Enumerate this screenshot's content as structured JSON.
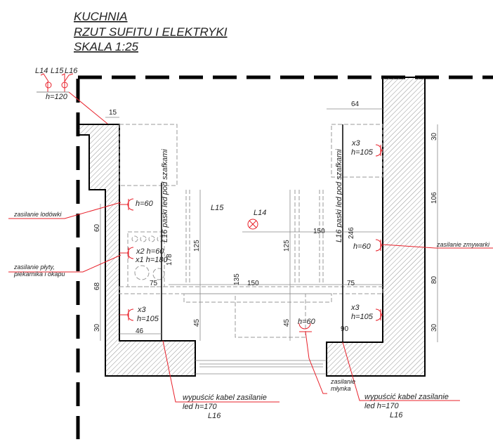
{
  "title": {
    "line1": "KUCHNIA",
    "line2": "RZUT SUFITU I ELEKTRYKI",
    "line3": "SKALA 1:25"
  },
  "switches": {
    "labels": [
      "L14",
      "L15",
      "L16"
    ],
    "height": "h=120"
  },
  "lights": {
    "l14": "L14",
    "l15": "L15",
    "led_left": "L16 paski led pod szafkami",
    "led_right": "L16 paski led pod szafkami"
  },
  "sockets": {
    "fridge_h": "h=60",
    "hob_x2": "x2 h=60",
    "hob_x1": "x1 h=180",
    "left_x3": "x3",
    "left_h105": "h=105",
    "right_top_x3": "x3",
    "right_top_h105": "h=105",
    "dishwasher_h": "h=60",
    "right_bottom_x3": "x3",
    "right_bottom_h105": "h=105",
    "grinder_h": "h=60"
  },
  "annotations": {
    "fridge": "zasilanie lodówki",
    "hob_line1": "zasilanie płyty,",
    "hob_line2": "piekarnika i okapu",
    "dishwasher": "zasilanie zmywarki",
    "grinder_line1": "zasilanie",
    "grinder_line2": "młynka",
    "cable_left_line1": "wypuścić kabel zasilanie",
    "cable_left_line2": "led h=170",
    "cable_left_line3": "L16",
    "cable_right_line1": "wypuścić kabel zasilanie",
    "cable_right_line2": "led h=170",
    "cable_right_line3": "L16"
  },
  "dimensions": {
    "d15": "15",
    "d64": "64",
    "d30_top": "30",
    "d106": "106",
    "d80": "80",
    "d30_right": "30",
    "d60": "60",
    "d68": "68",
    "d30_left": "30",
    "d178": "178",
    "d75_left": "75",
    "d46": "46",
    "d125_left": "125",
    "d125_right": "125",
    "d135": "135",
    "d150_mid": "150",
    "d150_right": "150",
    "d246": "246",
    "d75_right": "75",
    "d45_left": "45",
    "d45_right": "45",
    "d90": "90"
  },
  "colors": {
    "electric": "#e8202a",
    "wall": "#000000"
  }
}
